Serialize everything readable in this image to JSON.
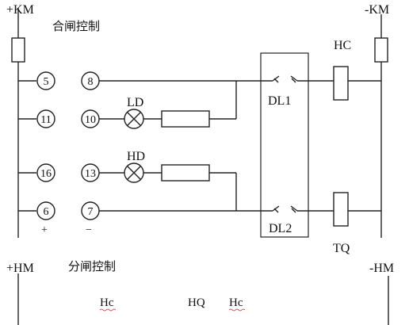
{
  "labels": {
    "pos_km": "+KM",
    "neg_km": "-KM",
    "close_control": "合闸控制",
    "pos_hm": "+HM",
    "neg_hm": "-HM",
    "open_control": "分闸控制",
    "plus": "+",
    "minus": "−"
  },
  "terminals": {
    "t5": "5",
    "t11": "11",
    "t16": "16",
    "t6": "6",
    "t8": "8",
    "t10": "10",
    "t13": "13",
    "t7": "7"
  },
  "components": {
    "lamp_ld": "LD",
    "lamp_hd": "HD",
    "contact_dl1": "DL1",
    "contact_dl2": "DL2",
    "coil_hc": "HC",
    "coil_tq": "TQ"
  },
  "bottom_labels": {
    "hc_left": "Hc",
    "hq": "HQ",
    "hc_right": "Hc"
  },
  "colors": {
    "line": "#222222",
    "spell_underline": "#c03030"
  }
}
